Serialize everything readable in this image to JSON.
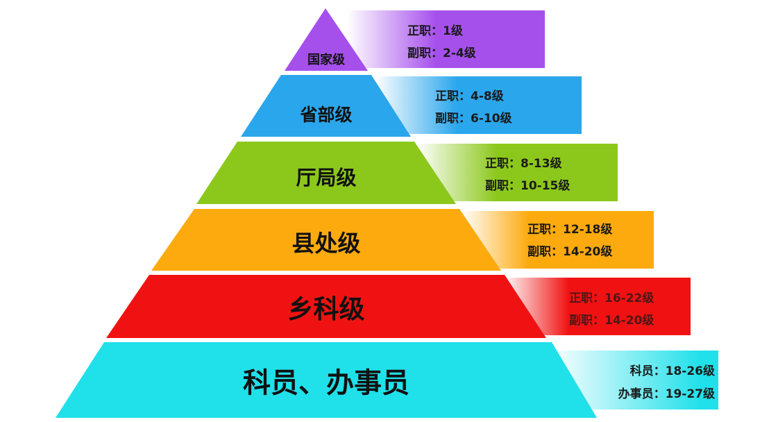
{
  "colors": {
    "national": "#a650ec",
    "provincial": "#2aa6ec",
    "bureau": "#8cc81c",
    "county": "#fcaa0e",
    "township": "#f01212",
    "staff": "#20e0ea"
  },
  "tiers": [
    {
      "label": "国家级",
      "line1": "正职：1级",
      "line2": "副职：2-4级"
    },
    {
      "label": "省部级",
      "line1": "正职：4-8级",
      "line2": "副职：6-10级"
    },
    {
      "label": "厅局级",
      "line1": "正职：8-13级",
      "line2": "副职：10-15级"
    },
    {
      "label": "县处级",
      "line1": "正职：12-18级",
      "line2": "副职：14-20级"
    },
    {
      "label": "乡科级",
      "line1": "正职：16-22级",
      "line2": "副职：14-20级"
    },
    {
      "label": "科员、办事员",
      "line1": "科员：18-26级",
      "line2": "办事员：19-27级"
    }
  ]
}
